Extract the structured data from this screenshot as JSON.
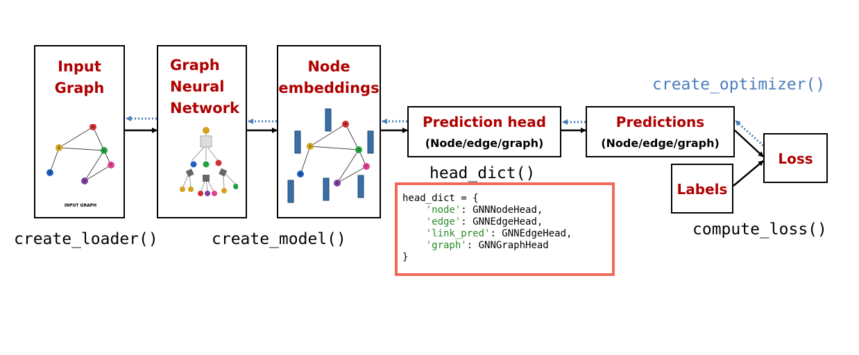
{
  "boxes": {
    "input_graph": {
      "title": "Input\nGraph",
      "caption": "INPUT GRAPH"
    },
    "gnn": {
      "title": "Graph\nNeural\nNetwork"
    },
    "node_embeddings": {
      "title": "Node\nembeddings"
    },
    "prediction_head": {
      "title": "Prediction head",
      "subtitle": "(Node/edge/graph)"
    },
    "predictions": {
      "title": "Predictions",
      "subtitle": "(Node/edge/graph)"
    },
    "loss": {
      "title": "Loss"
    },
    "labels": {
      "title": "Labels"
    }
  },
  "functions": {
    "create_loader": "create_loader()",
    "create_model": "create_model()",
    "head_dict": "head_dict()",
    "create_optimizer": "create_optimizer()",
    "compute_loss": "compute_loss()"
  },
  "code": {
    "open": "head_dict = {",
    "entries": [
      {
        "key": "'node'",
        "value": ": GNNNodeHead,"
      },
      {
        "key": "'edge'",
        "value": ": GNNEdgeHead,"
      },
      {
        "key": "'link_pred'",
        "value": ": GNNEdgeHead,"
      },
      {
        "key": "'graph'",
        "value": ": GNNGraphHead"
      }
    ],
    "close": "}"
  },
  "graph_node_labels": [
    "A",
    "B",
    "C",
    "D",
    "E",
    "F"
  ],
  "colors": {
    "title_red": "#b00000",
    "dotted_blue": "#4a7ebb",
    "code_border": "#f06a5a",
    "code_string_green": "#2a8a2a",
    "embedding_bar": "#3a6ea5",
    "node_a": "#d4a020",
    "node_b": "#d03030",
    "node_c": "#20a040",
    "node_d": "#2060c0",
    "node_e": "#8040a0",
    "node_f": "#e04090"
  }
}
